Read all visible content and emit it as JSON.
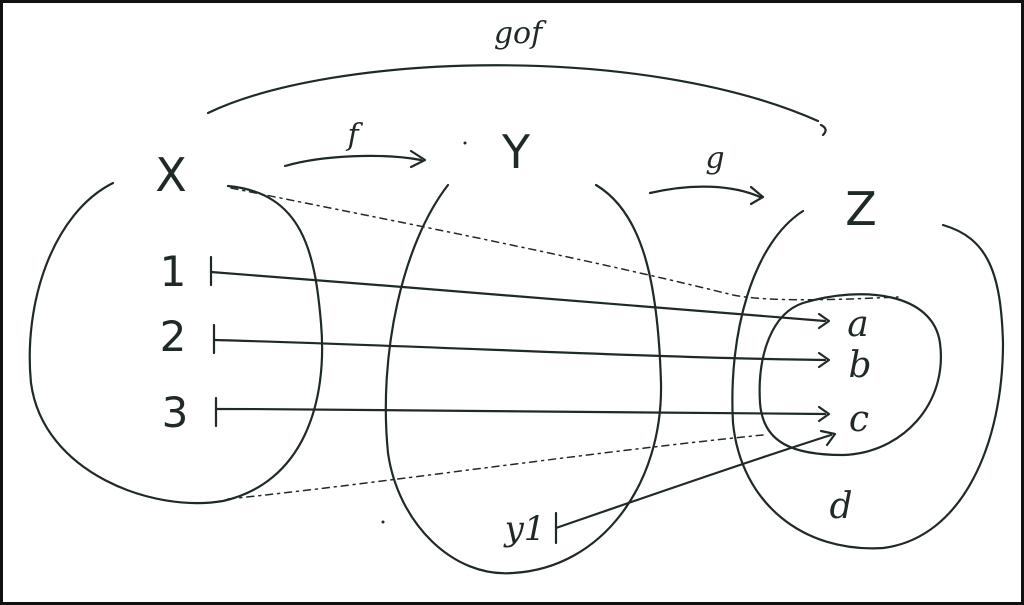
{
  "labels": {
    "composite": "gof",
    "f": "f",
    "g": "g",
    "set_x": "X",
    "set_y": "Y",
    "set_z": "Z"
  },
  "domain_x": [
    "1",
    "2",
    "3"
  ],
  "codomain_z": [
    "a",
    "b",
    "c",
    "d"
  ],
  "extra_y": "y1",
  "mappings": [
    {
      "from": "1",
      "to": "a"
    },
    {
      "from": "2",
      "to": "b"
    },
    {
      "from": "3",
      "to": "c"
    },
    {
      "from": "y1",
      "to": "c"
    }
  ]
}
